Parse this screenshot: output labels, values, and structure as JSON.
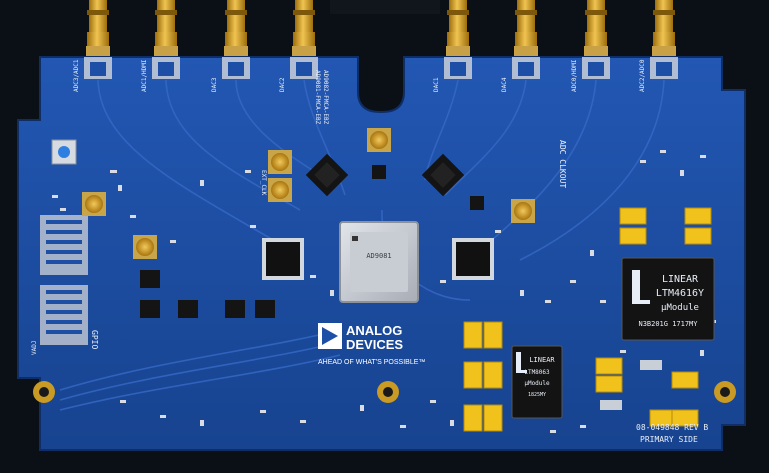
{
  "colors": {
    "background": "#0b1016",
    "board": "#1d4fa6",
    "board_dark": "#163f88",
    "trace": "#2a60bd",
    "gold": "#d8a21e",
    "ic_black": "#141414",
    "tantalum": "#f2c21c",
    "silkscreen": "#e8eef8"
  },
  "labels": {
    "connector_labels": [
      "ADC3/ADC1",
      "ADC1/HDMI",
      "DAC3",
      "DAC2",
      "DAC1",
      "DAC4",
      "ADC0/HDMI",
      "ADC2/ADC0"
    ],
    "adc_clkout": "ADC CLKOUT",
    "ext_clk": "EXT_CLK",
    "fmc_1": "AD9081-FMCA-EBZ",
    "fmc_2": "AD9082-FMCA-EBZ",
    "gpio": "GPIO",
    "board_id": "08-049848 REV B",
    "primary_side": "PRIMARY SIDE",
    "ltm_left_brand": "LINEAR",
    "ltm_left_part": "LTM4616Y",
    "ltm_left_sub": "µModule",
    "ltm_left_code": "N3B201G 1717MY",
    "ltm_small_brand": "LINEAR",
    "ltm_small_part": "LTM8063",
    "ltm_small_sub": "µModule",
    "ltm_small_code": "1825MY",
    "main_chip": "AD9081",
    "vadj": "VADJ"
  },
  "logo": {
    "line1": "ANALOG",
    "line2": "DEVICES",
    "tagline": "AHEAD OF WHAT'S POSSIBLE™"
  }
}
